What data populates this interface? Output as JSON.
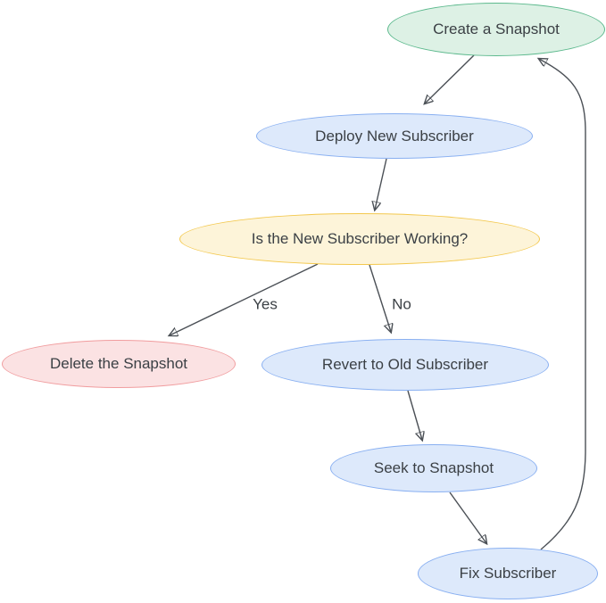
{
  "diagram": {
    "type": "flowchart",
    "nodes": [
      {
        "id": "create-snapshot",
        "label": "Create a Snapshot",
        "fill": "#ddf1e5",
        "stroke": "#5cb98d"
      },
      {
        "id": "deploy-new-subscriber",
        "label": "Deploy New Subscriber",
        "fill": "#dde9fb",
        "stroke": "#88aff1"
      },
      {
        "id": "is-new-subscriber-working",
        "label": "Is the New Subscriber Working?",
        "fill": "#fdf4d9",
        "stroke": "#f3c84e"
      },
      {
        "id": "delete-the-snapshot",
        "label": "Delete the Snapshot",
        "fill": "#fbe2e3",
        "stroke": "#f19d9f"
      },
      {
        "id": "revert-to-old-subscriber",
        "label": "Revert to Old Subscriber",
        "fill": "#dde9fb",
        "stroke": "#88aff1"
      },
      {
        "id": "seek-to-snapshot",
        "label": "Seek to Snapshot",
        "fill": "#dde9fb",
        "stroke": "#88aff1"
      },
      {
        "id": "fix-subscriber",
        "label": "Fix Subscriber",
        "fill": "#dde9fb",
        "stroke": "#88aff1"
      }
    ],
    "edges": [
      {
        "from": "create-snapshot",
        "to": "deploy-new-subscriber",
        "label": ""
      },
      {
        "from": "deploy-new-subscriber",
        "to": "is-new-subscriber-working",
        "label": ""
      },
      {
        "from": "is-new-subscriber-working",
        "to": "delete-the-snapshot",
        "label": "Yes"
      },
      {
        "from": "is-new-subscriber-working",
        "to": "revert-to-old-subscriber",
        "label": "No"
      },
      {
        "from": "revert-to-old-subscriber",
        "to": "seek-to-snapshot",
        "label": ""
      },
      {
        "from": "seek-to-snapshot",
        "to": "fix-subscriber",
        "label": ""
      },
      {
        "from": "fix-subscriber",
        "to": "create-snapshot",
        "label": ""
      }
    ],
    "colors": {
      "edge": "#4b5056",
      "arrowhead": "#343a40",
      "text": "#3b4045",
      "background": "#ffffff"
    }
  }
}
